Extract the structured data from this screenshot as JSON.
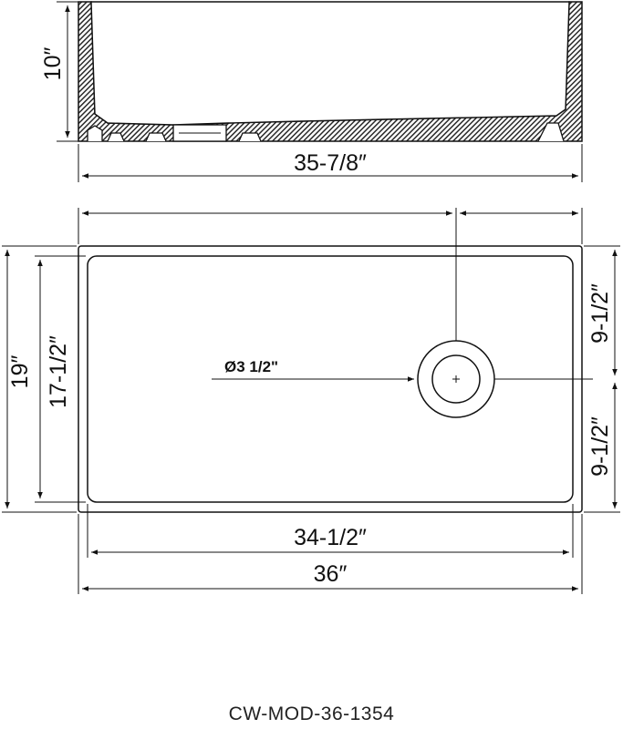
{
  "side_view": {
    "height_label": "10″",
    "width_label": "35-7/8″"
  },
  "top_view": {
    "total_depth_label": "19″",
    "inner_depth_label": "17-1/2″",
    "upper_drain_offset_label": "9-1/2″",
    "lower_drain_offset_label": "9-1/2″",
    "drain_diameter_label": "Ø3 1/2\"",
    "inner_width_label": "34-1/2″",
    "total_width_label": "36″"
  },
  "model_number": "CW-MOD-36-1354",
  "colors": {
    "line": "#1a1a1a",
    "fill": "#3a3a3a",
    "background": "#ffffff"
  }
}
